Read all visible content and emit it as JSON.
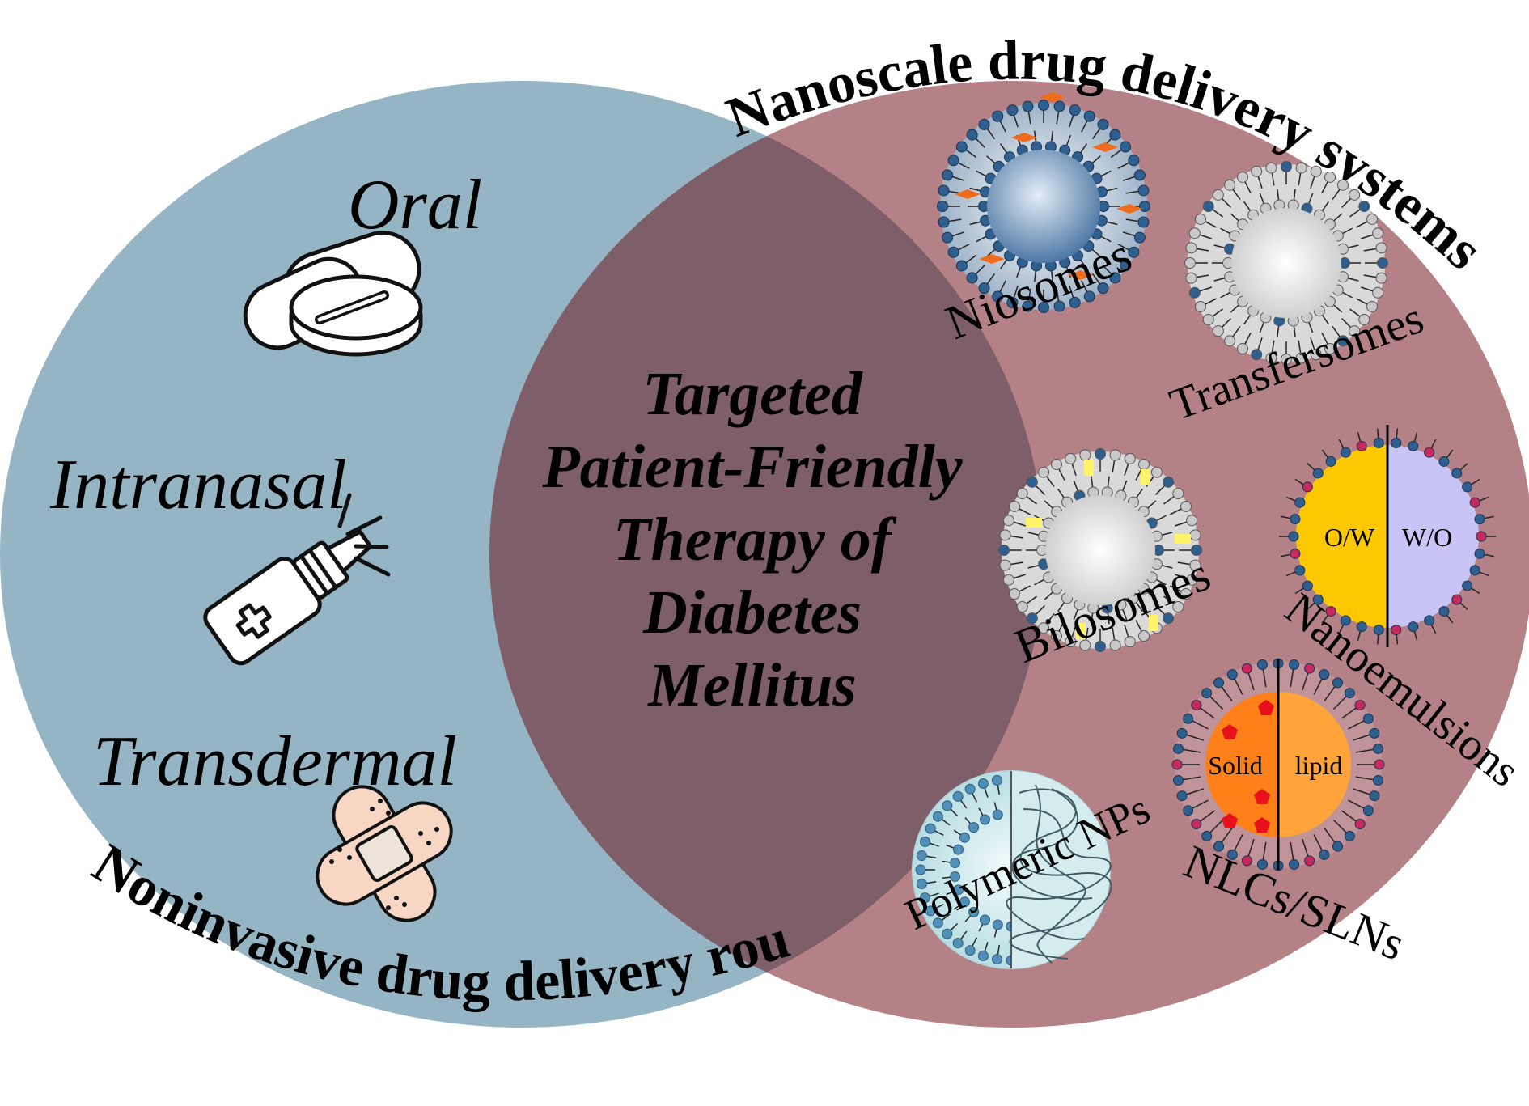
{
  "diagram": {
    "left_circle": {
      "arc_title": "Noninvasive drug delivery routes",
      "routes": [
        {
          "label": "Oral",
          "icon": "pills-icon"
        },
        {
          "label": "Intranasal",
          "icon": "nasal-spray-icon"
        },
        {
          "label": "Transdermal",
          "icon": "adhesive-patch-icon"
        }
      ]
    },
    "right_circle": {
      "arc_title": "Nanoscale drug delivery systems",
      "systems": {
        "niosomes": {
          "label": "Niosomes"
        },
        "transfersomes": {
          "label": "Transfersomes"
        },
        "bilosomes": {
          "label": "Bilosomes"
        },
        "nanoemulsions": {
          "label": "Nanoemulsions",
          "left_phase": "O/W",
          "right_phase": "W/O"
        },
        "nlcs_slns": {
          "label": "NLCs/SLNs",
          "left_core": "Solid",
          "right_core": "lipid"
        },
        "polymeric_nps": {
          "label": "Polymeric NPs"
        }
      }
    },
    "center": {
      "lines": [
        "Targeted",
        "Patient-Friendly",
        "Therapy of",
        "Diabetes",
        "Mellitus"
      ]
    },
    "colors": {
      "left_circle": "#95b5c4",
      "right_circle": "#b48186",
      "overlap": "#7e5e69"
    }
  }
}
